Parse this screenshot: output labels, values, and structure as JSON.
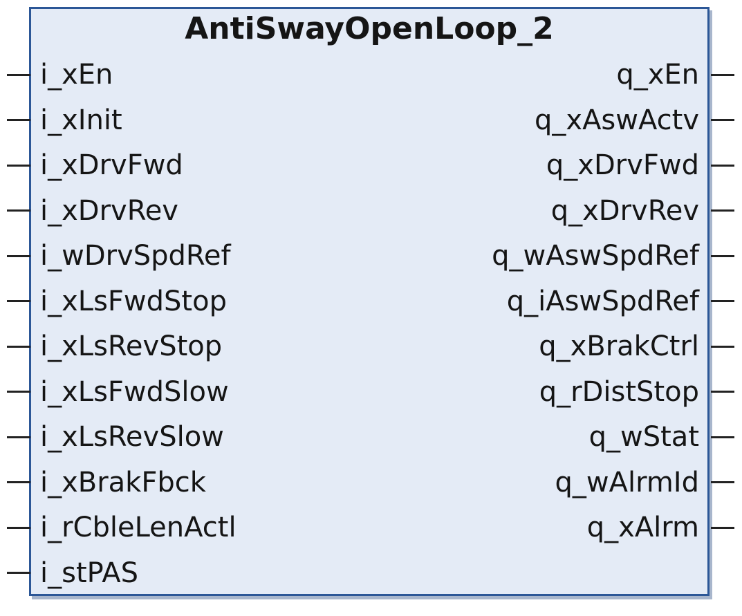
{
  "block": {
    "title": "AntiSwayOpenLoop_2",
    "inputs": [
      "i_xEn",
      "i_xInit",
      "i_xDrvFwd",
      "i_xDrvRev",
      "i_wDrvSpdRef",
      "i_xLsFwdStop",
      "i_xLsRevStop",
      "i_xLsFwdSlow",
      "i_xLsRevSlow",
      "i_xBrakFbck",
      "i_rCbleLenActl",
      "i_stPAS"
    ],
    "outputs": [
      "q_xEn",
      "q_xAswActv",
      "q_xDrvFwd",
      "q_xDrvRev",
      "q_wAswSpdRef",
      "q_iAswSpdRef",
      "q_xBrakCtrl",
      "q_rDistStop",
      "q_wStat",
      "q_wAlrmId",
      "q_xAlrm"
    ]
  }
}
